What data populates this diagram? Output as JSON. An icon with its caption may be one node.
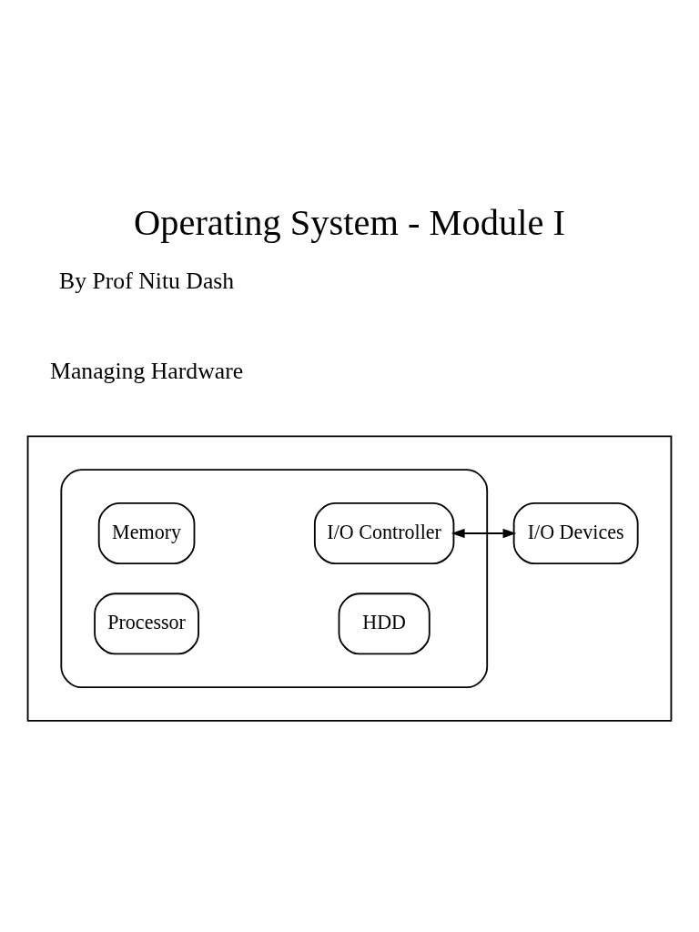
{
  "diagram": {
    "title": "Operating System - Module I",
    "nodes": [
      {
        "text": [],
        "shape": "box"
      },
      {
        "text": [],
        "shape": "box",
        "in": 0
      },
      {
        "text": [
          "Memory"
        ],
        "in": 1
      },
      {
        "text": [
          "I/O Controller"
        ],
        "in": 1
      },
      {
        "text": [
          "Processor"
        ],
        "in": 1
      },
      {
        "text": [
          "HDD"
        ],
        "in": 1
      },
      {
        "text": [
          "I/O Devices"
        ],
        "in": 0
      }
    ],
    "edges": [
      {
        "from": 3,
        "to": 6,
        "arrow": "both"
      }
    ],
    "labels": [
      "Managing Hardware",
      "By Prof Nitu Dash"
    ]
  }
}
